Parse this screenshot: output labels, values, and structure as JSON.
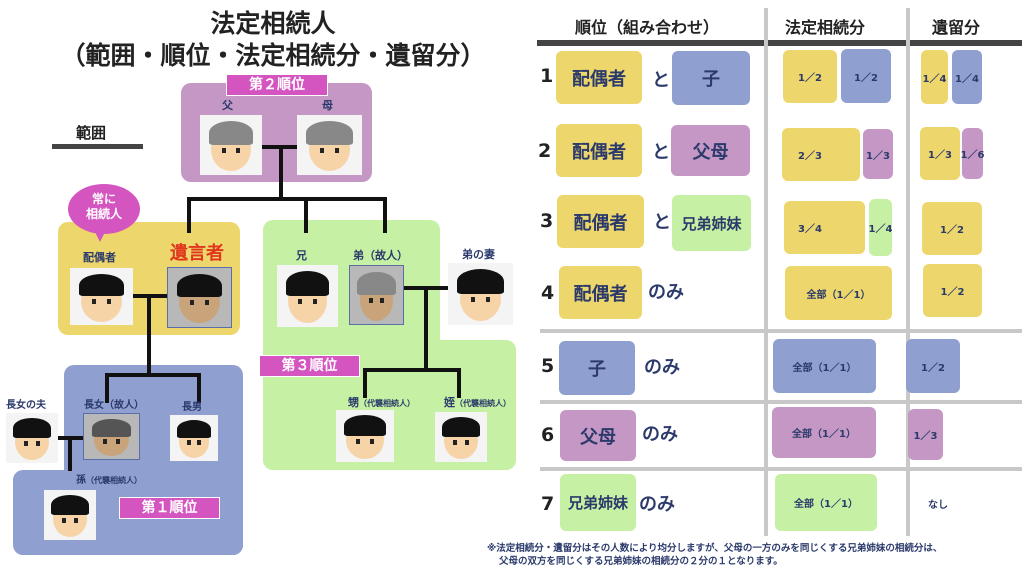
{
  "title": {
    "line1": "法定相続人",
    "line2": "（範囲・順位・法定相続分・遺留分）"
  },
  "legend": {
    "scope": "範囲"
  },
  "diagram": {
    "rank2": "第２順位",
    "rank3": "第３順位",
    "rank1": "第１順位",
    "always_heir": [
      "常に",
      "相続人"
    ],
    "father": "父",
    "mother": "母",
    "spouse": "配偶者",
    "testator": "遺言者",
    "older_brother": "兄",
    "younger_brother": "弟（故人）",
    "brother_wife": "弟の妻",
    "nephew": "甥",
    "niece": "姪",
    "representative": "（代襲相続人）",
    "daughter_husband": "長女の夫",
    "eldest_daughter": "長女（故人）",
    "eldest_son": "長男",
    "grandchild": "孫"
  },
  "table": {
    "headers": [
      "順位（組み合わせ）",
      "法定相続分",
      "遺留分"
    ],
    "rows": [
      {
        "n": "1",
        "a": "配偶者",
        "conj": "と",
        "b": "子",
        "legal": [
          "1／2",
          "1／2"
        ],
        "reserved": [
          "1／4",
          "1／4"
        ]
      },
      {
        "n": "2",
        "a": "配偶者",
        "conj": "と",
        "b": "父母",
        "legal": [
          "2／3",
          "1／3"
        ],
        "reserved": [
          "1／3",
          "1／6"
        ]
      },
      {
        "n": "3",
        "a": "配偶者",
        "conj": "と",
        "b": "兄弟姉妹",
        "legal": [
          "3／4",
          "1／4"
        ],
        "reserved": [
          "1／2"
        ]
      },
      {
        "n": "4",
        "a": "配偶者",
        "conj": "のみ",
        "legal": [
          "全部（1／1）"
        ],
        "reserved": [
          "1／2"
        ]
      },
      {
        "n": "5",
        "a": "子",
        "conj": "のみ",
        "legal": [
          "全部（1／1）"
        ],
        "reserved": [
          "1／2"
        ]
      },
      {
        "n": "6",
        "a": "父母",
        "conj": "のみ",
        "legal": [
          "全部（1／1）"
        ],
        "reserved": [
          "1／3"
        ]
      },
      {
        "n": "7",
        "a": "兄弟姉妹",
        "conj": "のみ",
        "legal": [
          "全部（1／1）"
        ],
        "reserved": [
          "なし"
        ]
      }
    ],
    "footnote": [
      "※法定相続分・遺留分はその人数により均分しますが、父母の一方のみを同じくする兄弟姉妹の相続分は、",
      "父母の双方を同じくする兄弟姉妹の相続分の２分の１となります。"
    ]
  },
  "colors": {
    "spouse": "#edd66c",
    "child": "#8f9fd0",
    "parent": "#c497c4",
    "sibling": "#c6f0a4",
    "tag": "#d455c0"
  }
}
